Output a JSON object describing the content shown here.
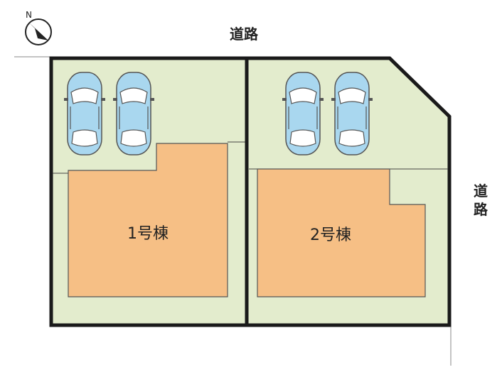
{
  "compass": {
    "label": "N",
    "icon": "north-arrow-icon"
  },
  "roads": {
    "top": "道路",
    "right_line1": "道",
    "right_line2": "路"
  },
  "lots": [
    {
      "id": "lot-1",
      "building_label": "1号棟",
      "cars": 2
    },
    {
      "id": "lot-2",
      "building_label": "2号棟",
      "cars": 2
    }
  ],
  "colors": {
    "lot_fill": "#e3eccd",
    "building_fill": "#f6bf85",
    "boundary": "#1a1a1a",
    "car_body": "#a9d7ef",
    "car_window": "#ffffff"
  },
  "icons": {
    "car": "car-icon"
  }
}
